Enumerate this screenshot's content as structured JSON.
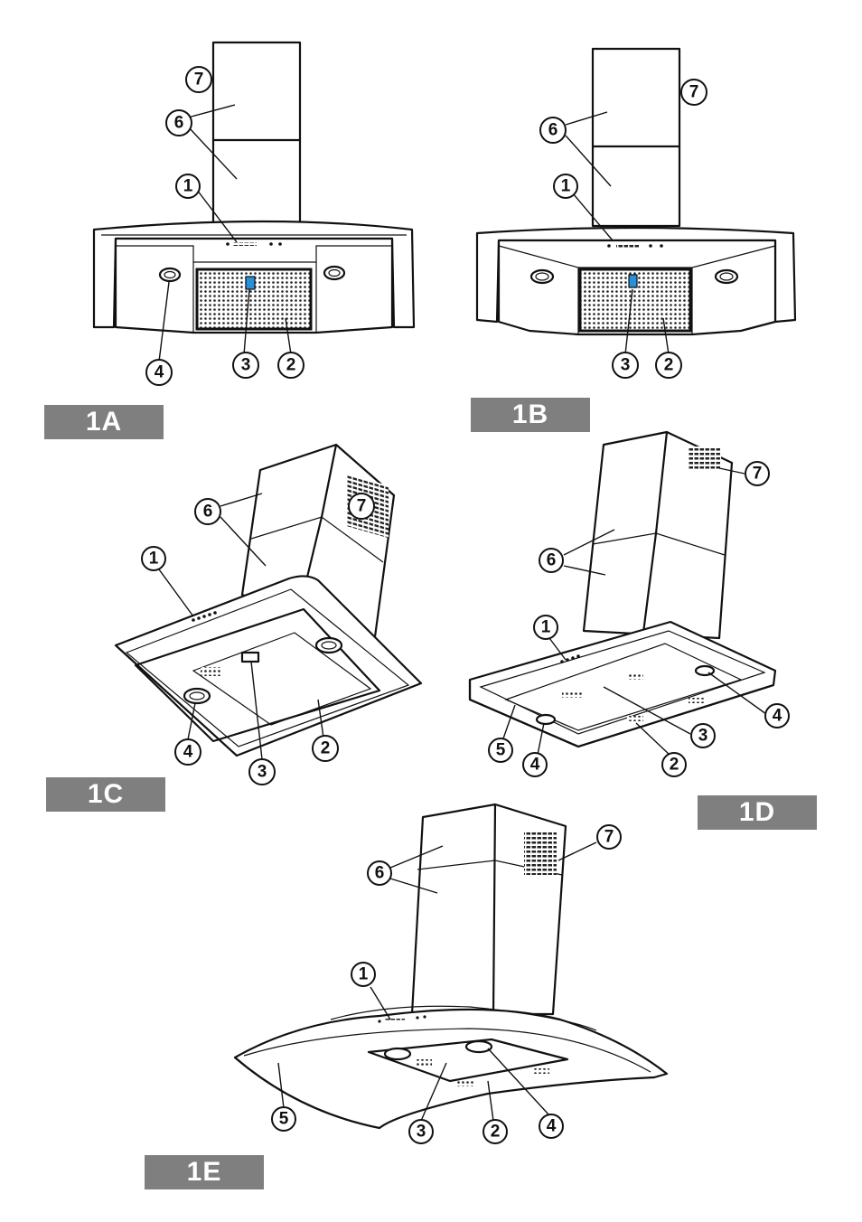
{
  "figures": [
    {
      "id": "1A",
      "label": "1A",
      "callouts": [
        "7",
        "6",
        "1",
        "4",
        "3",
        "2"
      ]
    },
    {
      "id": "1B",
      "label": "1B",
      "callouts": [
        "7",
        "6",
        "1",
        "3",
        "2"
      ]
    },
    {
      "id": "1C",
      "label": "1C",
      "callouts": [
        "6",
        "7",
        "1",
        "4",
        "3",
        "2"
      ]
    },
    {
      "id": "1D",
      "label": "1D",
      "callouts": [
        "7",
        "6",
        "1",
        "4",
        "3",
        "2",
        "5"
      ]
    },
    {
      "id": "1E",
      "label": "1E",
      "callouts": [
        "6",
        "7",
        "1",
        "5",
        "3",
        "2",
        "4"
      ]
    }
  ],
  "colors": {
    "label_bg": "#7f7f7f",
    "label_text": "#ffffff",
    "line": "#111111",
    "filter_accent": "#2a8fd6"
  }
}
